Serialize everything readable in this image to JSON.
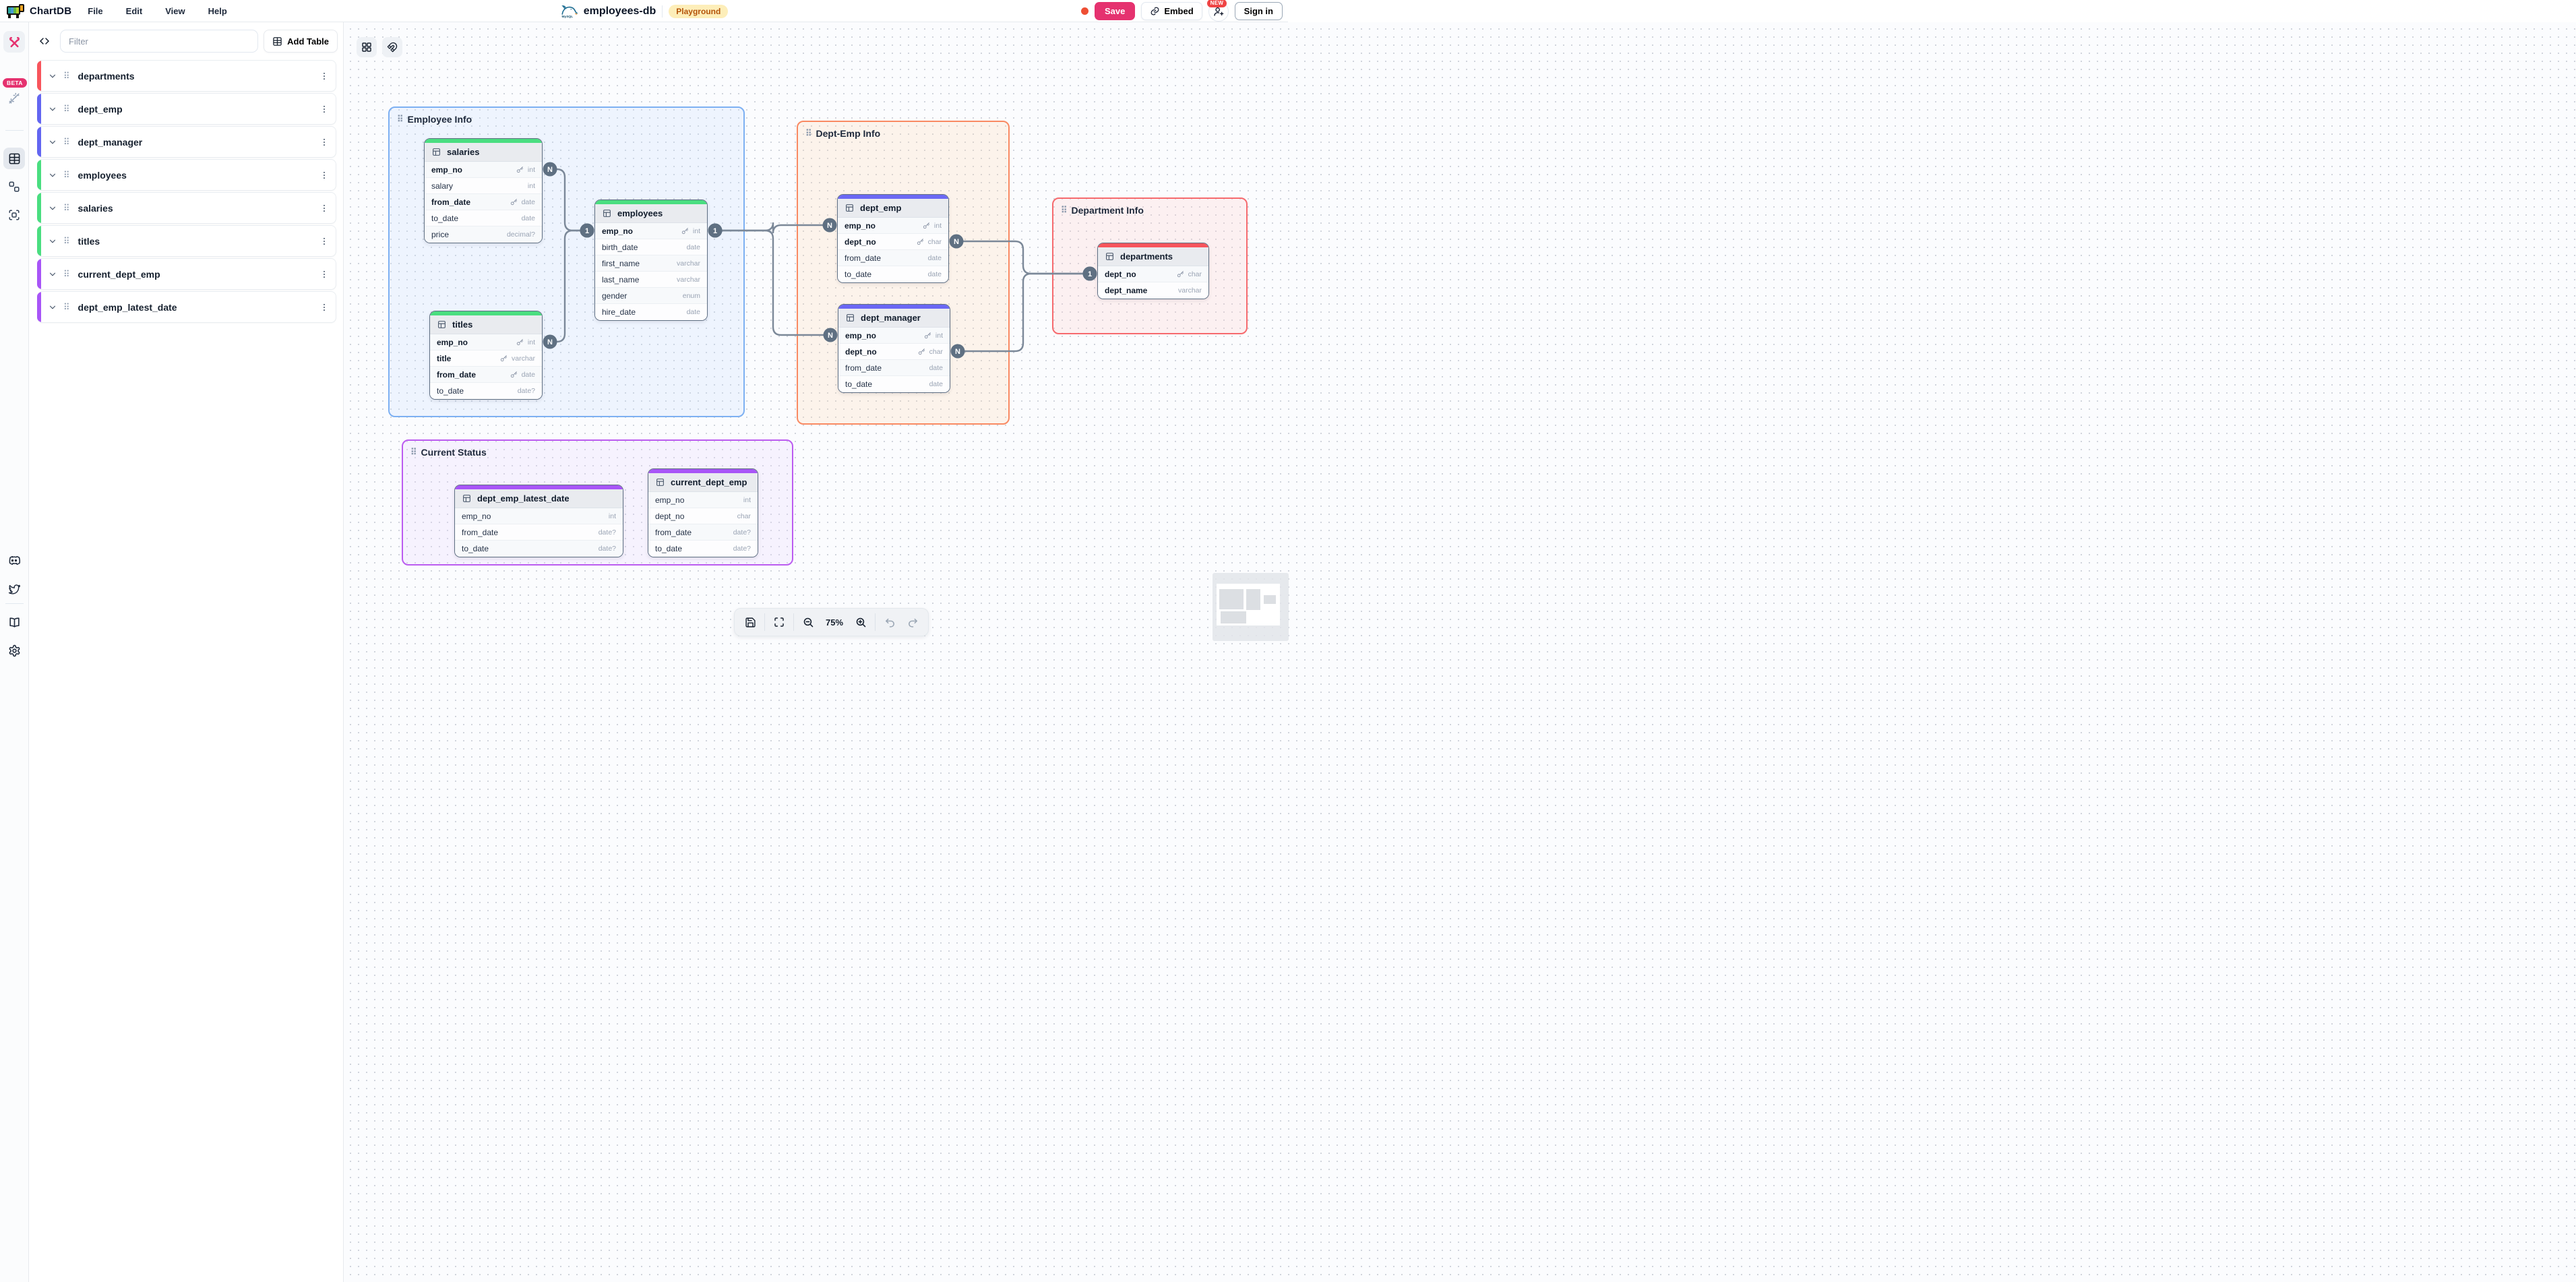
{
  "top_bar": {
    "brand": "ChartDB",
    "menus": [
      "File",
      "Edit",
      "View",
      "Help"
    ],
    "database": {
      "name": "employees-db",
      "engine": "mysql",
      "badge": "Playground"
    },
    "actions": {
      "save": "Save",
      "embed": "Embed",
      "new_badge": "NEW",
      "sign_in": "Sign in"
    },
    "colors": {
      "save_button": "#e5326f",
      "unsaved_dot": "#ee4f34",
      "playground_bg": "#fdeeb9",
      "playground_text": "#b45309"
    }
  },
  "icon_strip": {
    "beta_badge": "BETA"
  },
  "sidebar": {
    "filter_placeholder": "Filter",
    "add_table_label": "Add Table",
    "tables": [
      {
        "name": "departments",
        "color": "#f8555c"
      },
      {
        "name": "dept_emp",
        "color": "#6366f1"
      },
      {
        "name": "dept_manager",
        "color": "#6366f1"
      },
      {
        "name": "employees",
        "color": "#4ade80"
      },
      {
        "name": "salaries",
        "color": "#4ade80"
      },
      {
        "name": "titles",
        "color": "#4ade80"
      },
      {
        "name": "current_dept_emp",
        "color": "#a855f7"
      },
      {
        "name": "dept_emp_latest_date",
        "color": "#a855f7"
      }
    ]
  },
  "canvas": {
    "groups": [
      {
        "id": "employee_info",
        "title": "Employee Info",
        "color": "#7db0f2",
        "fill": "rgba(191,219,254,0.22)"
      },
      {
        "id": "dept_emp_info",
        "title": "Dept-Emp Info",
        "color": "#f98a63",
        "fill": "rgba(254,215,170,0.22)"
      },
      {
        "id": "department_info",
        "title": "Department Info",
        "color": "#f66a6e",
        "fill": "rgba(254,202,202,0.25)"
      },
      {
        "id": "current_status",
        "title": "Current Status",
        "color": "#bb5cf0",
        "fill": "rgba(233,213,255,0.25)"
      }
    ],
    "tables": [
      {
        "id": "salaries",
        "name": "salaries",
        "accent": "#4ade80",
        "fields": [
          {
            "name": "emp_no",
            "type": "int",
            "key": true
          },
          {
            "name": "salary",
            "type": "int"
          },
          {
            "name": "from_date",
            "type": "date",
            "key": true
          },
          {
            "name": "to_date",
            "type": "date"
          },
          {
            "name": "price",
            "type": "decimal?"
          }
        ]
      },
      {
        "id": "employees",
        "name": "employees",
        "accent": "#4ade80",
        "fields": [
          {
            "name": "emp_no",
            "type": "int",
            "key": true
          },
          {
            "name": "birth_date",
            "type": "date"
          },
          {
            "name": "first_name",
            "type": "varchar"
          },
          {
            "name": "last_name",
            "type": "varchar"
          },
          {
            "name": "gender",
            "type": "enum"
          },
          {
            "name": "hire_date",
            "type": "date"
          }
        ]
      },
      {
        "id": "titles",
        "name": "titles",
        "accent": "#4ade80",
        "fields": [
          {
            "name": "emp_no",
            "type": "int",
            "key": true
          },
          {
            "name": "title",
            "type": "varchar",
            "key": true
          },
          {
            "name": "from_date",
            "type": "date",
            "key": true
          },
          {
            "name": "to_date",
            "type": "date?"
          }
        ]
      },
      {
        "id": "dept_emp",
        "name": "dept_emp",
        "accent": "#6b68f4",
        "fields": [
          {
            "name": "emp_no",
            "type": "int",
            "key": true
          },
          {
            "name": "dept_no",
            "type": "char",
            "key": true
          },
          {
            "name": "from_date",
            "type": "date"
          },
          {
            "name": "to_date",
            "type": "date"
          }
        ]
      },
      {
        "id": "dept_manager",
        "name": "dept_manager",
        "accent": "#6b68f4",
        "fields": [
          {
            "name": "emp_no",
            "type": "int",
            "key": true
          },
          {
            "name": "dept_no",
            "type": "char",
            "key": true
          },
          {
            "name": "from_date",
            "type": "date"
          },
          {
            "name": "to_date",
            "type": "date"
          }
        ]
      },
      {
        "id": "departments",
        "name": "departments",
        "accent": "#f8555c",
        "fields": [
          {
            "name": "dept_no",
            "type": "char",
            "key": true
          },
          {
            "name": "dept_name",
            "type": "varchar",
            "bold": true
          }
        ]
      },
      {
        "id": "dept_emp_latest_date",
        "name": "dept_emp_latest_date",
        "accent": "#a855f7",
        "fields": [
          {
            "name": "emp_no",
            "type": "int"
          },
          {
            "name": "from_date",
            "type": "date?"
          },
          {
            "name": "to_date",
            "type": "date?"
          }
        ]
      },
      {
        "id": "current_dept_emp",
        "name": "current_dept_emp",
        "accent": "#a855f7",
        "fields": [
          {
            "name": "emp_no",
            "type": "int"
          },
          {
            "name": "dept_no",
            "type": "char"
          },
          {
            "name": "from_date",
            "type": "date?"
          },
          {
            "name": "to_date",
            "type": "date?"
          }
        ]
      }
    ],
    "relationships": [
      {
        "from": {
          "table": "salaries",
          "field": "emp_no",
          "card": "N"
        },
        "to": {
          "table": "employees",
          "field": "emp_no",
          "card": "1"
        }
      },
      {
        "from": {
          "table": "titles",
          "field": "emp_no",
          "card": "N"
        },
        "to": {
          "table": "employees",
          "field": "emp_no",
          "card": "1"
        }
      },
      {
        "from": {
          "table": "employees",
          "field": "emp_no",
          "card": "1"
        },
        "to": {
          "table": "dept_emp",
          "field": "emp_no",
          "card": "N"
        }
      },
      {
        "from": {
          "table": "employees",
          "field": "emp_no",
          "card": "1"
        },
        "to": {
          "table": "dept_manager",
          "field": "emp_no",
          "card": "N"
        }
      },
      {
        "from": {
          "table": "dept_emp",
          "field": "dept_no",
          "card": "N"
        },
        "to": {
          "table": "departments",
          "field": "dept_no",
          "card": "1"
        }
      },
      {
        "from": {
          "table": "dept_manager",
          "field": "dept_no",
          "card": "N"
        },
        "to": {
          "table": "departments",
          "field": "dept_no",
          "card": "1"
        }
      }
    ],
    "zoom_toolbar": {
      "zoom_level": "75%"
    }
  }
}
